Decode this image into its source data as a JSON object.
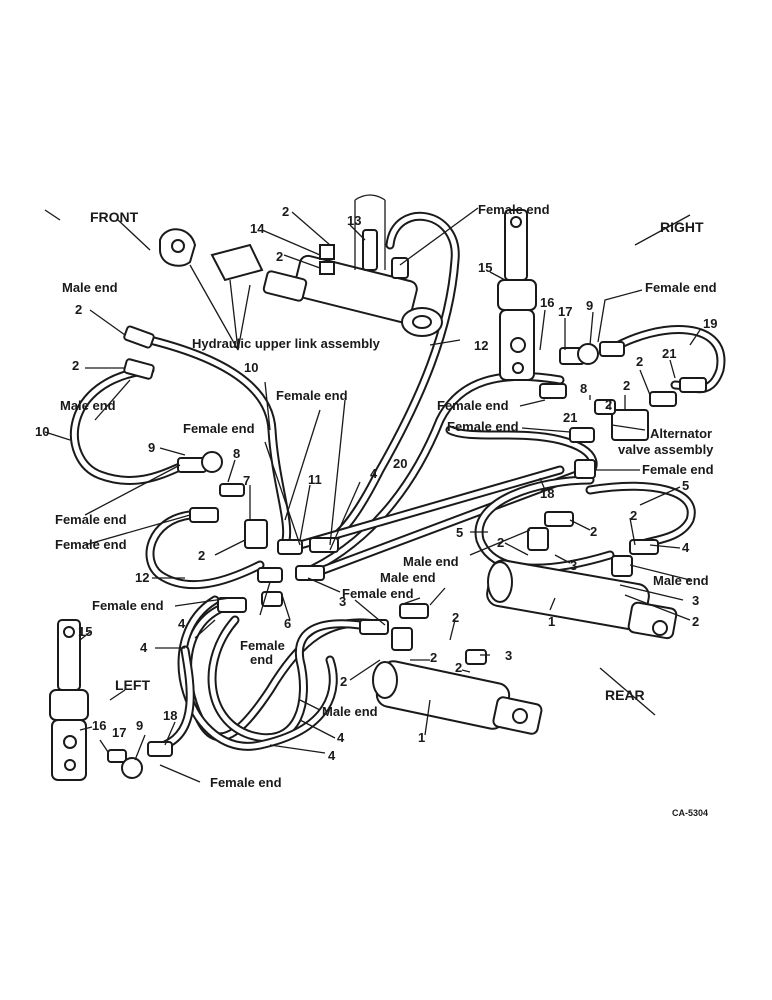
{
  "directions": {
    "front": "FRONT",
    "right": "RIGHT",
    "left": "LEFT",
    "rear": "REAR"
  },
  "labels": {
    "male_end": "Male end",
    "female_end": "Female end",
    "hydraulic_upper_link": "Hydraulic upper link assembly",
    "alternator_line1": "Alternator",
    "alternator_line2": "valve assembly",
    "female_line1": "Female",
    "female_line2": "end"
  },
  "part_numbers": [
    "1",
    "2",
    "3",
    "4",
    "5",
    "6",
    "7",
    "8",
    "9",
    "10",
    "11",
    "12",
    "13",
    "14",
    "15",
    "16",
    "17",
    "18",
    "19",
    "20",
    "21"
  ],
  "drawing_code": "CA-5304",
  "colors": {
    "ink": "#1a1a1a",
    "paper": "#ffffff"
  }
}
